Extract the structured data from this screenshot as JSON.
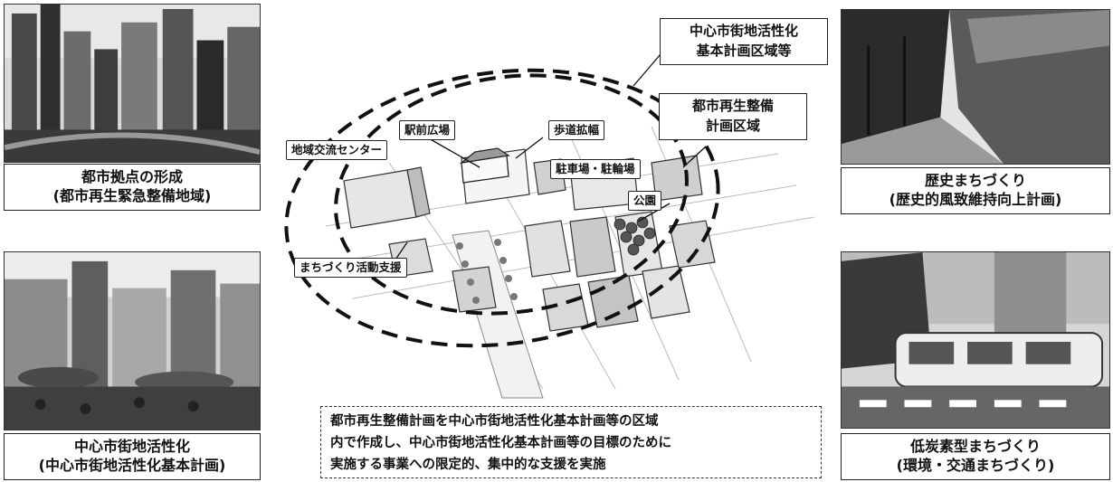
{
  "photos": {
    "urban_core": {
      "caption_line1": "都市拠点の形成",
      "caption_line2": "(都市再生緊急整備地域)"
    },
    "downtown": {
      "caption_line1": "中心市街地活性化",
      "caption_line2": "(中心市街地活性化基本計画)"
    },
    "historic": {
      "caption_line1": "歴史まちづくり",
      "caption_line2": "(歴史的風致維持向上計画)"
    },
    "low_carbon": {
      "caption_line1": "低炭素型まちづくり",
      "caption_line2": "(環境・交通まちづくり)"
    }
  },
  "callouts": {
    "downtown_area_line1": "中心市街地活性化",
    "downtown_area_line2": "基本計画区域等",
    "urban_renewal_line1": "都市再生整備",
    "urban_renewal_line2": "計画区域"
  },
  "tags": {
    "station_plaza": "駅前広場",
    "sidewalk": "歩道拡幅",
    "community_center": "地域交流センター",
    "parking": "駐車場・駐輪場",
    "park": "公園",
    "activity_support": "まちづくり活動支援"
  },
  "note": {
    "line1": "都市再生整備計画を中心市街地活性化基本計画等の区域",
    "line2": "内で作成し、中心市街地活性化基本計画等の目標のために",
    "line3": "実施する事業への限定的、集中的な支援を実施"
  }
}
